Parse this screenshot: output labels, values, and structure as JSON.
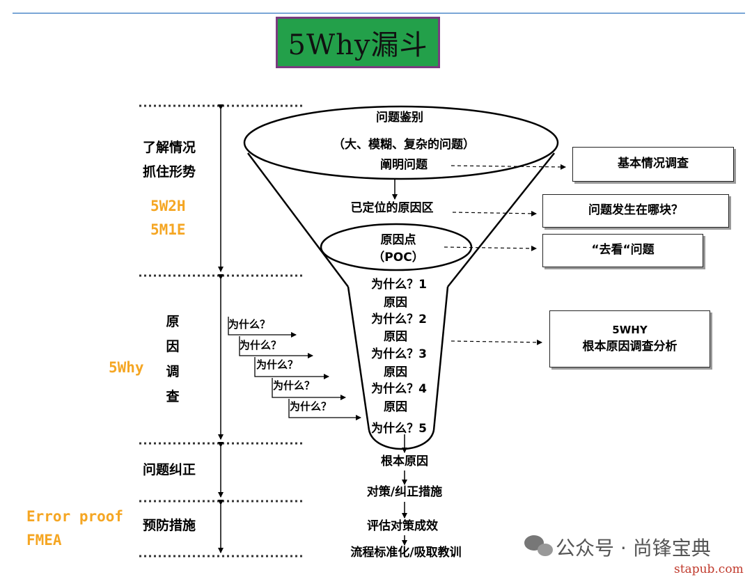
{
  "title": "5Why漏斗",
  "phases": {
    "understand_line1": "了解情况",
    "understand_line2": "抓住形势",
    "tools1_line1": "5W2H",
    "tools1_line2": "5M1E",
    "cause_chars": [
      "原",
      "因",
      "调",
      "查"
    ],
    "tools2": "5Why",
    "correct": "问题纠正",
    "prevent": "预防措施",
    "tools3_line1": "Error proof",
    "tools3_line2": "FMEA"
  },
  "funnel": {
    "top_title": "问题鉴别",
    "top_sub": "（大、模糊、复杂的问题）",
    "clarify": "阐明问题",
    "located": "已定位的原因区",
    "poc_line1": "原因点",
    "poc_line2": "（POC）",
    "whys": [
      {
        "why": "为什么？1",
        "cause": "原因"
      },
      {
        "why": "为什么？2",
        "cause": "原因"
      },
      {
        "why": "为什么？3",
        "cause": "原因"
      },
      {
        "why": "为什么？4",
        "cause": "原因"
      }
    ],
    "why5": "为什么？5",
    "root": "根本原因",
    "countermeasure": "对策/纠正措施",
    "evaluate": "评估对策成效",
    "standardize": "流程标准化/吸取教训"
  },
  "side_boxes": {
    "basic": "基本情况调查",
    "where": "问题发生在哪块？",
    "go_see": "“去看“问题",
    "fivewhy_line1": "5WHY",
    "fivewhy_line2": "根本原因调查分析"
  },
  "stair_label": "为什么？",
  "watermark": {
    "text": "公众号 · 尚锋宝典",
    "site": "stapub.com"
  },
  "colors": {
    "title_bg": "#23a04a",
    "title_border": "#7a3b80",
    "accent_orange": "#f5a623",
    "rule_blue": "#7aa6d6"
  }
}
